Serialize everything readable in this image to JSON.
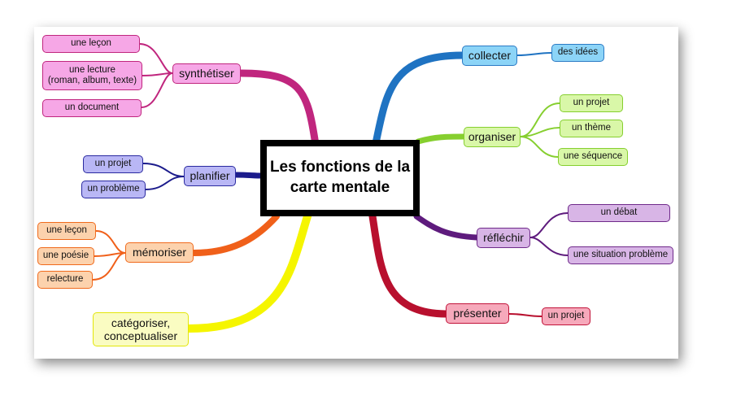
{
  "center_title": "Les fonctions de la\ncarte mentale",
  "colors": {
    "synthetiser": "#c0267e",
    "collecter": "#1f73c2",
    "organiser": "#86cf2f",
    "planifier": "#1c1c8c",
    "reflechir": "#5e1b7d",
    "memoriser": "#f0601a",
    "presenter": "#b8102e",
    "categoriser": "#f5f500"
  },
  "branches": {
    "synthetiser": {
      "label": "synthétiser",
      "leaves": [
        "une leçon",
        "une lecture\n(roman, album, texte)",
        "un document"
      ]
    },
    "collecter": {
      "label": "collecter",
      "leaves": [
        "des idées"
      ]
    },
    "organiser": {
      "label": "organiser",
      "leaves": [
        "un projet",
        "un thème",
        "une séquence"
      ]
    },
    "planifier": {
      "label": "planifier",
      "leaves": [
        "un projet",
        "un problème"
      ]
    },
    "reflechir": {
      "label": "réfléchir",
      "leaves": [
        "un débat",
        "une situation problème"
      ]
    },
    "memoriser": {
      "label": "mémoriser",
      "leaves": [
        "une leçon",
        "une poésie",
        "relecture"
      ]
    },
    "presenter": {
      "label": "présenter",
      "leaves": [
        "un projet"
      ]
    },
    "categoriser": {
      "label": "catégoriser,\nconceptualiser"
    }
  }
}
